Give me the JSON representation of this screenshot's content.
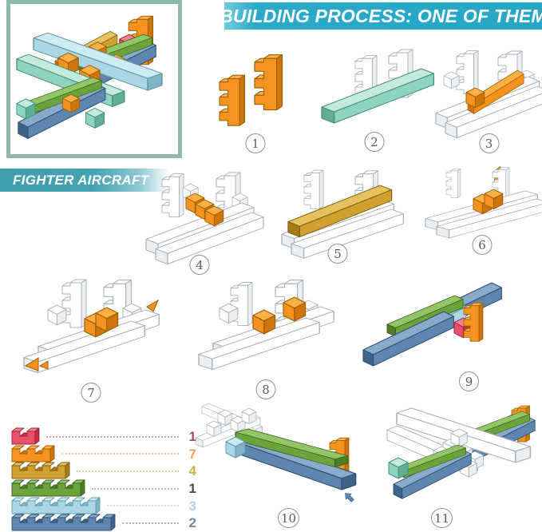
{
  "header": {
    "title": "BUILDING PROCESS: ONE OF THEM"
  },
  "product": {
    "name": "FIGHTER AIRCRAFT"
  },
  "steps": [
    {
      "number": "1"
    },
    {
      "number": "2"
    },
    {
      "number": "3"
    },
    {
      "number": "4"
    },
    {
      "number": "5"
    },
    {
      "number": "6"
    },
    {
      "number": "7"
    },
    {
      "number": "8"
    },
    {
      "number": "9"
    },
    {
      "number": "10"
    },
    {
      "number": "11"
    }
  ],
  "legend": {
    "items": [
      {
        "part": "red brick",
        "notches": 1,
        "quantity": "1",
        "brick_color": "#E8506B",
        "quantity_color": "#A34F63"
      },
      {
        "part": "orange brick",
        "notches": 2,
        "quantity": "7",
        "brick_color": "#F6921E",
        "quantity_color": "#F0A159"
      },
      {
        "part": "gold brick",
        "notches": 3,
        "quantity": "4",
        "brick_color": "#D1A02F",
        "quantity_color": "#D4B04A"
      },
      {
        "part": "green brick",
        "notches": 4,
        "quantity": "1",
        "brick_color": "#6BA33C",
        "quantity_color": "#474F45"
      },
      {
        "part": "cyan brick",
        "notches": 5,
        "quantity": "3",
        "brick_color": "#A9D8E4",
        "quantity_color": "#A7D3DE"
      },
      {
        "part": "blue brick",
        "notches": 6,
        "quantity": "2",
        "brick_color": "#5E87B0",
        "quantity_color": "#6B88A6"
      }
    ]
  },
  "colors": {
    "title_banner": "#27A7C7",
    "aircraft_banner": "#3E9EAD",
    "frame_border": "#8FB9AE",
    "highlight_orange": "#F6921E",
    "arrow_blue": "#5E87B0"
  }
}
